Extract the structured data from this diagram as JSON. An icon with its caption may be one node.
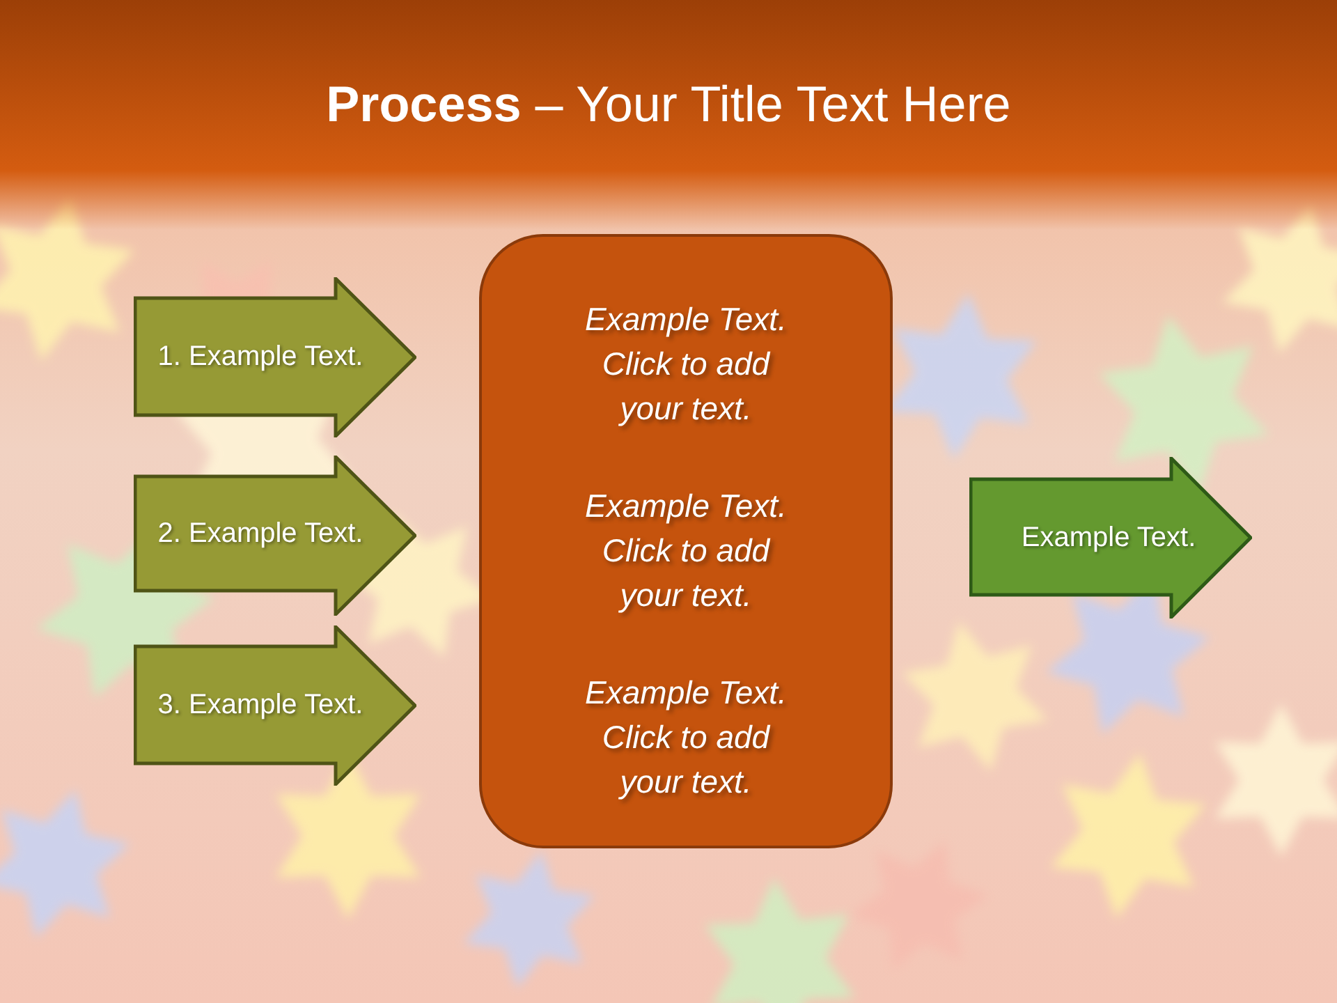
{
  "diagram": {
    "title": "**Process** – Your Title Text Here",
    "nodes": [
      {
        "text": [
          "1. Example Text."
        ]
      },
      {
        "text": [
          "2. Example Text."
        ]
      },
      {
        "text": [
          "3. Example Text."
        ]
      },
      {
        "text": [
          "Example Text. Click to add your text.",
          "Example Text. Click to add your text.",
          "Example Text. Click to add your text."
        ]
      },
      {
        "text": [
          "Example Text."
        ]
      }
    ]
  }
}
